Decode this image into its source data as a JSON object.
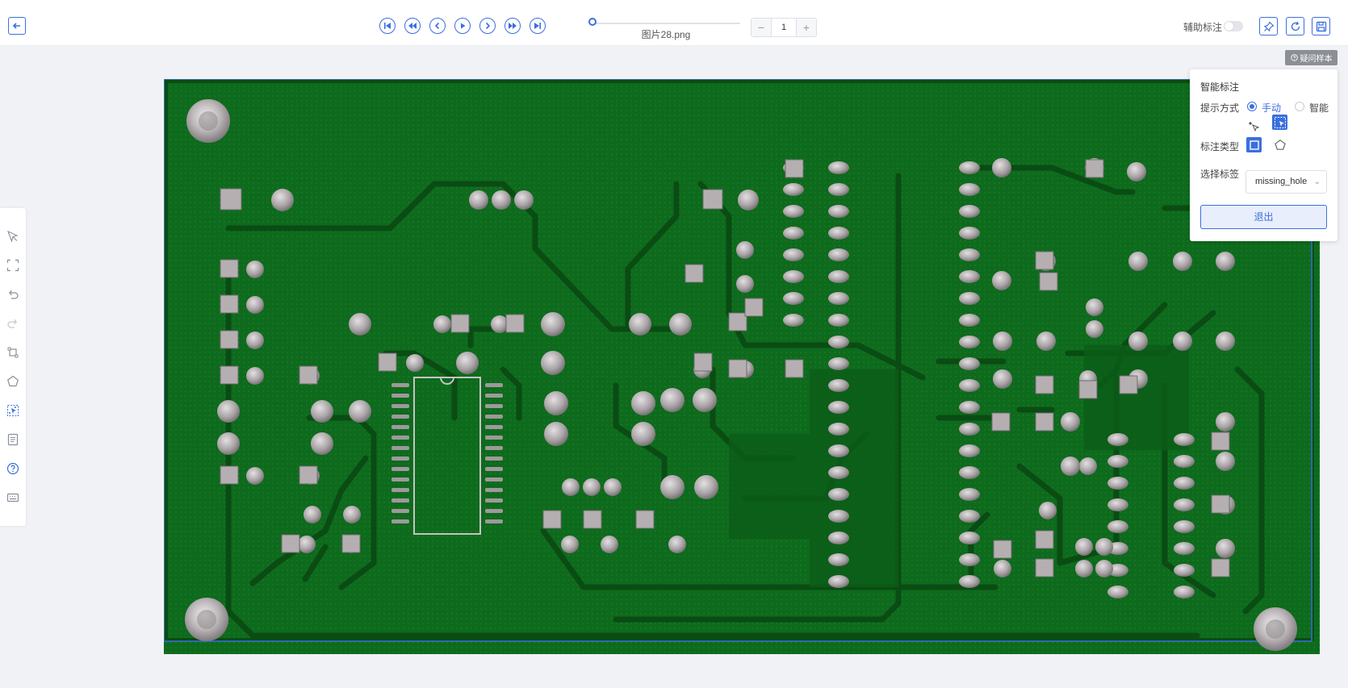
{
  "header": {
    "filename": "图片28.png",
    "page_input_value": "1",
    "stepper_minus": "−",
    "stepper_plus": "+",
    "assist_label": "辅助标注",
    "assist_enabled": false
  },
  "canvas": {
    "query_sample_label": "疑问样本"
  },
  "smart_panel": {
    "title": "智能标注",
    "prompt_mode_label": "提示方式",
    "prompt_options": [
      "手动",
      "智能"
    ],
    "prompt_selected": "手动",
    "label_type_label": "标注类型",
    "select_label_label": "选择标签",
    "selected_label": "missing_hole",
    "exit_label": "退出"
  },
  "colors": {
    "accent": "#3b6fe0",
    "pcb_green": "#0e6a1c",
    "trace_dark": "#0b4d15",
    "pad_silver": "#b7b1b4"
  },
  "icons": {
    "top_nav": [
      "first-icon",
      "rewind-icon",
      "prev-icon",
      "play-icon",
      "next-icon",
      "fast-forward-icon",
      "last-icon"
    ],
    "top_tools": [
      "pin-icon",
      "refresh-icon",
      "save-icon"
    ],
    "left_tools": [
      "select-icon",
      "fit-screen-icon",
      "undo-icon",
      "redo-icon",
      "crop-icon",
      "polygon-icon",
      "smart-annotate-icon",
      "document-icon",
      "help-icon",
      "keyboard-icon"
    ]
  }
}
